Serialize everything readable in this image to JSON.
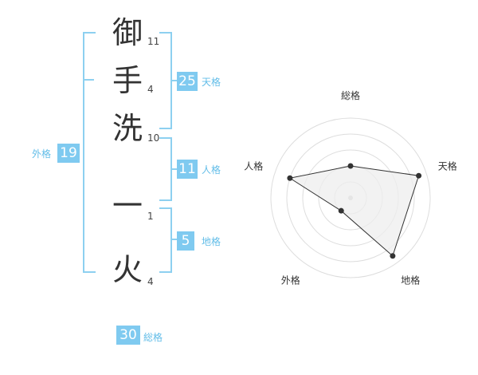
{
  "name": {
    "chars": [
      {
        "char": "御",
        "strokes": "11"
      },
      {
        "char": "手",
        "strokes": "4"
      },
      {
        "char": "洗",
        "strokes": "10"
      },
      {
        "char": "一",
        "strokes": "1"
      },
      {
        "char": "火",
        "strokes": "4"
      }
    ]
  },
  "fortune": {
    "tenkaku": {
      "value": "25",
      "label": "天格"
    },
    "jinkaku": {
      "value": "11",
      "label": "人格"
    },
    "chikaku": {
      "value": "5",
      "label": "地格"
    },
    "gaikaku": {
      "value": "19",
      "label": "外格"
    },
    "soukaku": {
      "value": "30",
      "label": "総格"
    }
  },
  "colors": {
    "accent": "#7fcaf0",
    "bracket": "#8dd0f0",
    "label": "#62bde8",
    "radar_fill": "#eeeeee",
    "radar_line": "#333333"
  },
  "chart_data": {
    "type": "radar",
    "axes": [
      "総格",
      "天格",
      "地格",
      "外格",
      "人格"
    ],
    "values": [
      0.4,
      0.9,
      0.9,
      0.2,
      0.8
    ],
    "max": 1,
    "rings": 5
  }
}
